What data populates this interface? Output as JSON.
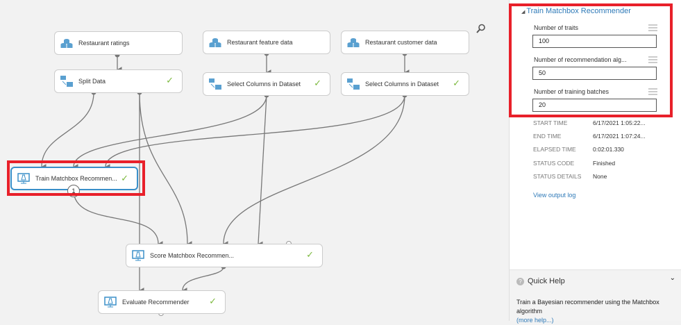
{
  "canvas": {
    "nodes": [
      {
        "label": "Restaurant ratings",
        "icon": "dataset-icon",
        "done": false
      },
      {
        "label": "Split Data",
        "icon": "split-data-icon",
        "done": true
      },
      {
        "label": "Restaurant feature data",
        "icon": "dataset-icon",
        "done": false
      },
      {
        "label": "Select Columns in Dataset",
        "icon": "select-columns-icon",
        "done": true
      },
      {
        "label": "Restaurant customer data",
        "icon": "dataset-icon",
        "done": false
      },
      {
        "label": "Select Columns in Dataset",
        "icon": "select-columns-icon",
        "done": true
      },
      {
        "label": "Train Matchbox Recommen...",
        "icon": "train-icon",
        "done": true,
        "selected": true
      },
      {
        "label": "Score Matchbox Recommen...",
        "icon": "score-icon",
        "done": true
      },
      {
        "label": "Evaluate Recommender",
        "icon": "evaluate-icon",
        "done": true
      }
    ],
    "train_port_badge": "1",
    "check_glyph": "✓",
    "search_icon": "magnifier-icon",
    "highlight_color": "#e8202a",
    "accent_color": "#3a8fc9"
  },
  "panel": {
    "title": "Train Matchbox Recommender",
    "params": [
      {
        "label": "Number of traits",
        "value": "100"
      },
      {
        "label": "Number of recommendation alg...",
        "value": "50"
      },
      {
        "label": "Number of training batches",
        "value": "20"
      }
    ],
    "info": [
      {
        "key": "START TIME",
        "value": "6/17/2021 1:05:22..."
      },
      {
        "key": "END TIME",
        "value": "6/17/2021 1:07:24..."
      },
      {
        "key": "ELAPSED TIME",
        "value": "0:02:01.330"
      },
      {
        "key": "STATUS CODE",
        "value": "Finished"
      },
      {
        "key": "STATUS DETAILS",
        "value": "None"
      }
    ],
    "log_link": "View output log"
  },
  "quick_help": {
    "title": "Quick Help",
    "description": "Train a Bayesian recommender using the Matchbox algorithm",
    "more": "(more help...)"
  }
}
